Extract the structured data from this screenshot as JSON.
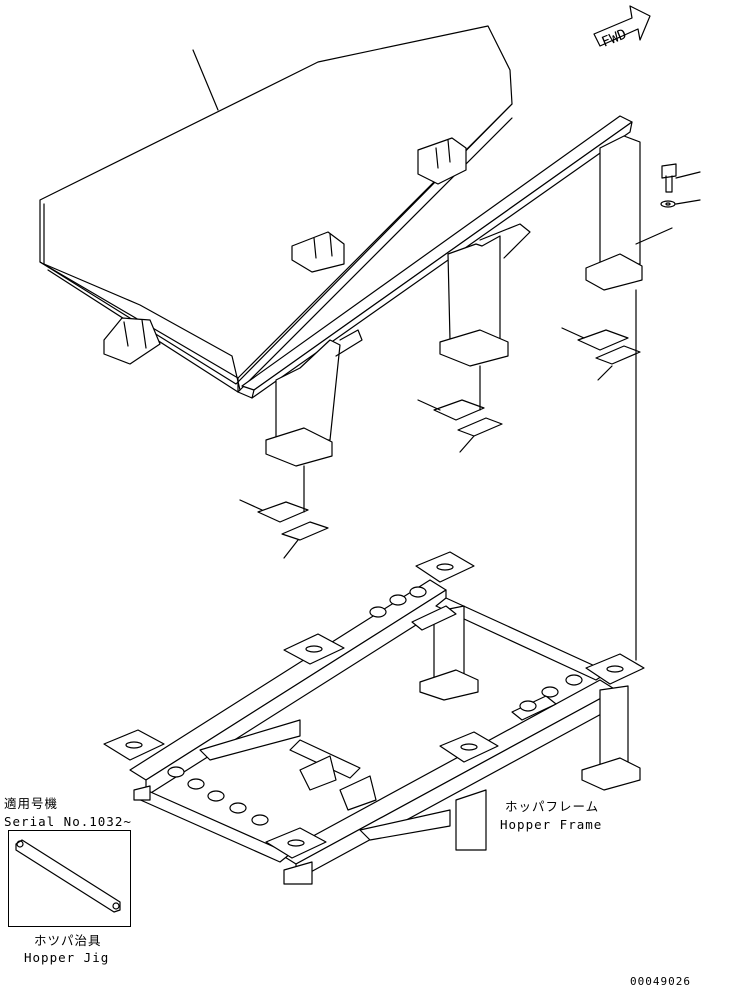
{
  "fwd_label": "FWD",
  "frame": {
    "jp": "ホッパフレーム",
    "en": "Hopper Frame"
  },
  "serial": {
    "jp": "適用号機",
    "en": "Serial No.1032~"
  },
  "jig": {
    "jp": "ホツパ治具",
    "en": "Hopper Jig"
  },
  "drawing_number": "00049026"
}
